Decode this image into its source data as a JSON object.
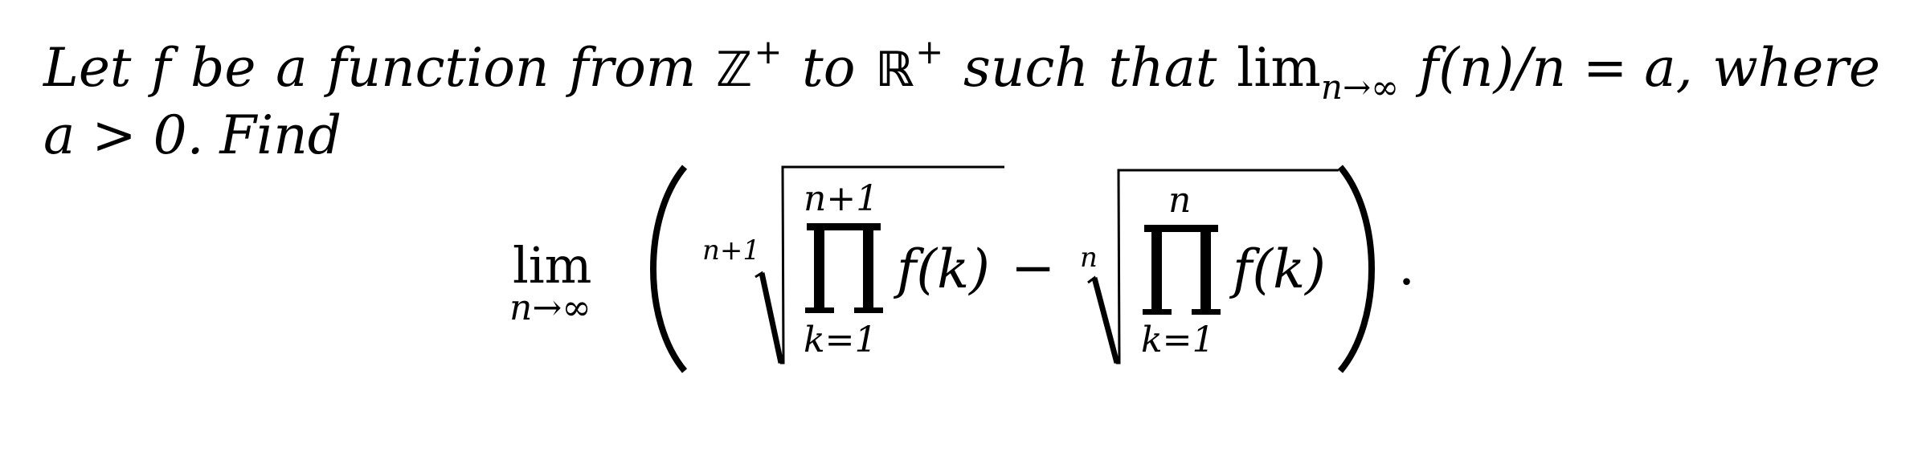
{
  "problem": {
    "line1": {
      "w_let": "Let",
      "w_f": "f",
      "w_be": "be",
      "w_a": "a",
      "w_function": "function",
      "w_from": "from",
      "set_Z": "ℤ",
      "sup_plus_1": "+",
      "w_to": "to",
      "set_R": "ℝ",
      "sup_plus_2": "+",
      "w_such": "such",
      "w_that": "that",
      "lim": "lim",
      "lim_sub": "n→∞",
      "expr": "f(n)/n = a,",
      "w_where": "where"
    },
    "line2": {
      "condition": "a > 0.",
      "find": "Find"
    },
    "formula": {
      "lim": "lim",
      "lim_sub": "n→∞",
      "root1_index": "n+1",
      "prod1_upper": "n+1",
      "prod1_lower": "k=1",
      "prod1_body": "f(k)",
      "minus": "−",
      "root2_index": "n",
      "prod2_upper": "n",
      "prod2_lower": "k=1",
      "prod2_body": "f(k)",
      "period": "."
    }
  }
}
